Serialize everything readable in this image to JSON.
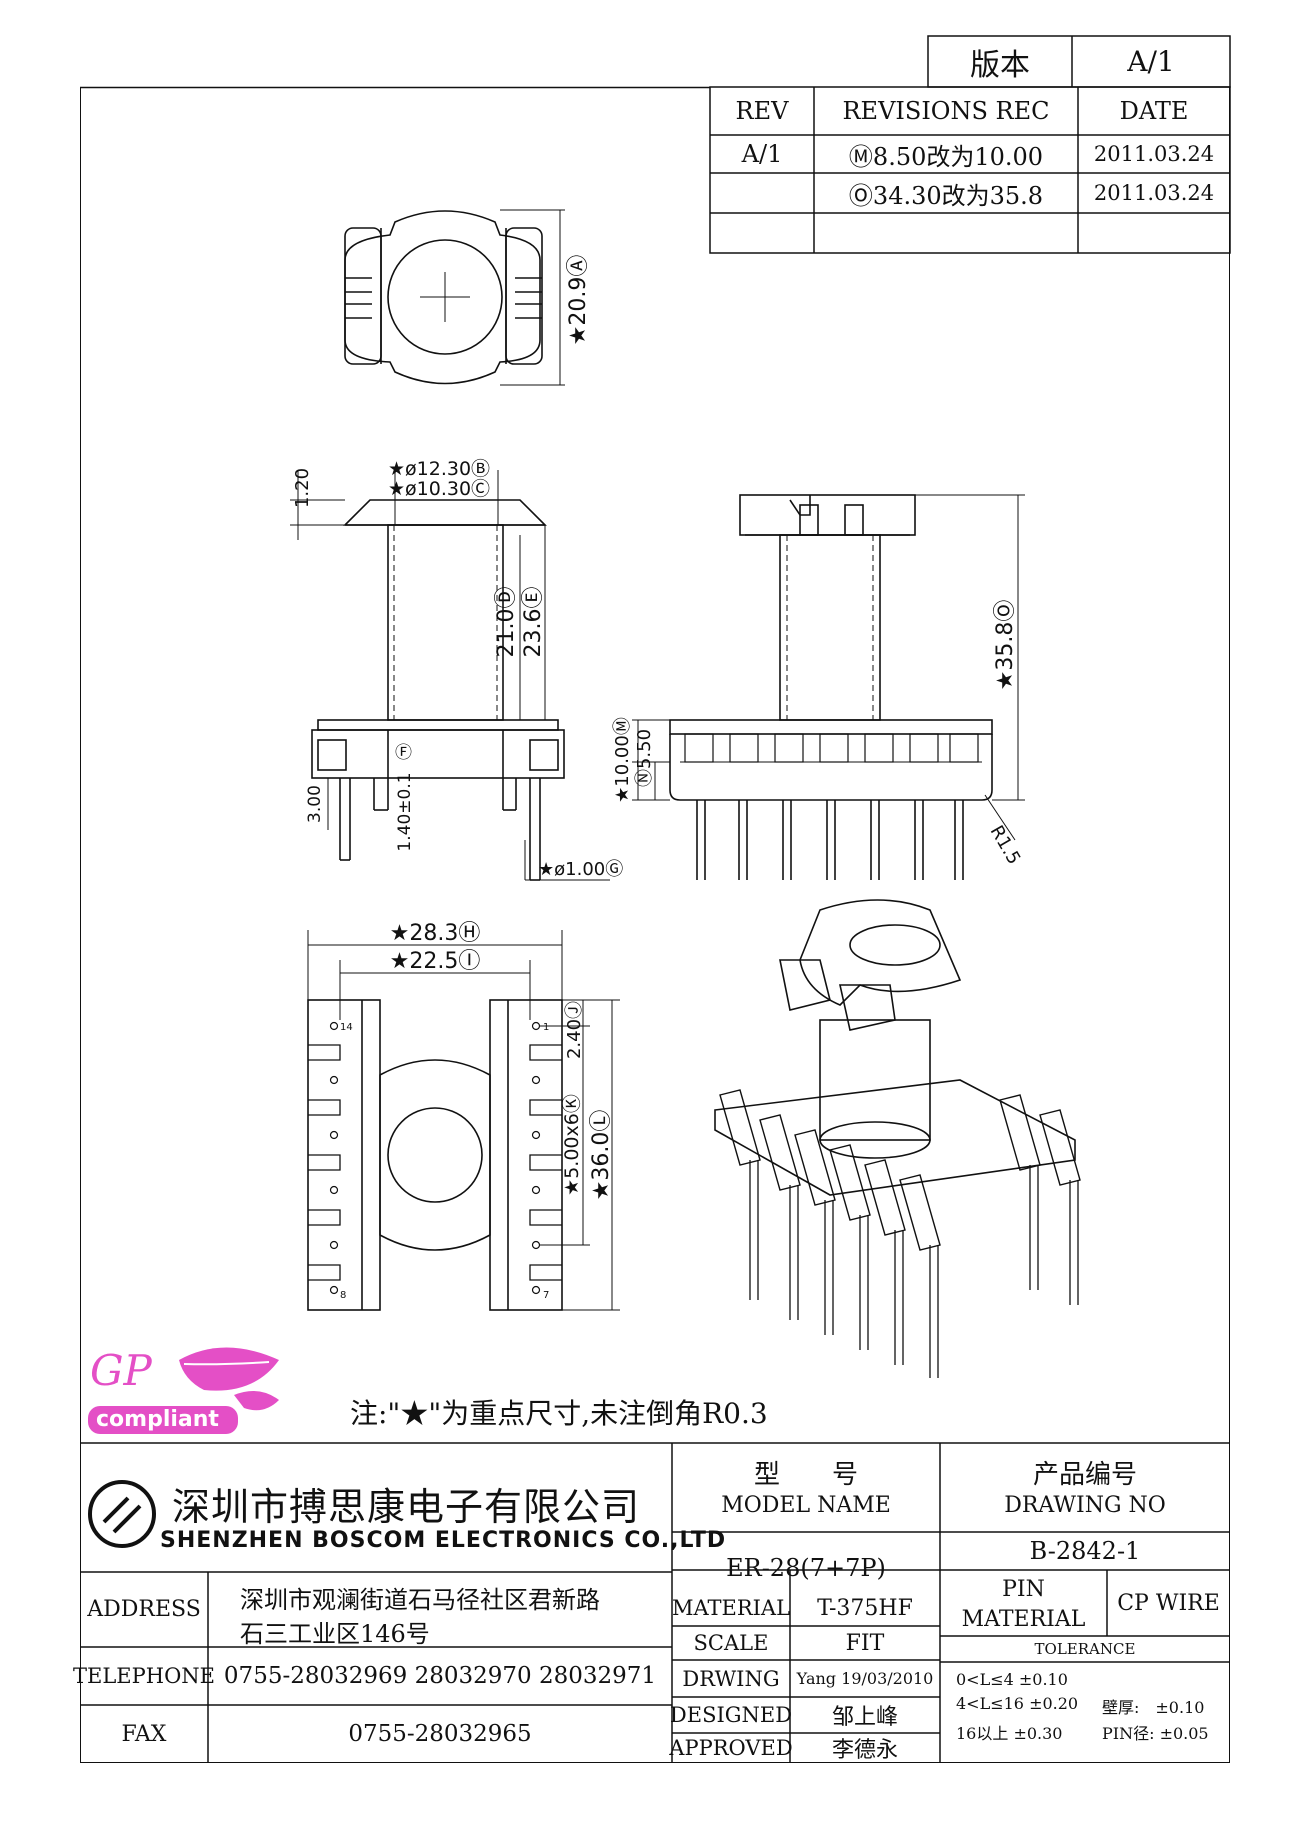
{
  "version_box": {
    "label": "版本",
    "value": "A/1"
  },
  "revisions": {
    "headers": {
      "rev": "REV",
      "rec": "REVISIONS REC",
      "date": "DATE"
    },
    "rows": [
      {
        "rev": "A/1",
        "rec": "Ⓜ8.50改为10.00",
        "date": "2011.03.24"
      },
      {
        "rev": "",
        "rec": "Ⓞ34.30改为35.8",
        "date": "2011.03.24"
      },
      {
        "rev": "",
        "rec": "",
        "date": ""
      }
    ]
  },
  "dimensions": {
    "top_view_height": "★20.9Ⓐ",
    "dia_outer": "★ø12.30Ⓑ",
    "dia_inner": "★ø10.30Ⓒ",
    "flange_thk": "1.20",
    "body_21": "21.0Ⓓ",
    "body_236": "23.6Ⓔ",
    "pin_offset": "3.00",
    "pin_width": "1.40±0.1",
    "f_marker": "Ⓕ",
    "pin_dia": "★ø1.00Ⓖ",
    "height_358": "★35.8Ⓞ",
    "dim_1000": "★10.00Ⓜ",
    "dim_550": "Ⓝ5.50",
    "radius": "R1.5",
    "width_283": "★28.3Ⓗ",
    "width_225": "★22.5Ⓘ",
    "dim_240": "2.40Ⓙ",
    "pitch": "★5.00x6Ⓚ",
    "length_360": "★36.0Ⓛ",
    "pin14": "14",
    "pin1": "1",
    "pin8": "8",
    "pin7": "7"
  },
  "logo": {
    "text_gp": "GP",
    "text_compliant": "compliant"
  },
  "note": "注:\"★\"为重点尺寸,未注倒角R0.3",
  "title_block": {
    "company_cn": "深圳市搏思康电子有限公司",
    "company_en": "SHENZHEN BOSCOM ELECTRONICS CO.,LTD",
    "model_label_cn": "型　　号",
    "model_label_en": "MODEL NAME",
    "model_value": "ER-28(7+7P)",
    "drawing_label_cn": "产品编号",
    "drawing_label_en": "DRAWING NO",
    "drawing_value": "B-2842-1",
    "address_label": "ADDRESS",
    "address_line1": "深圳市观澜街道石马径社区君新路",
    "address_line2": "石三工业区146号",
    "telephone_label": "TELEPHONE",
    "telephone_value": "0755-28032969 28032970 28032971",
    "fax_label": "FAX",
    "fax_value": "0755-28032965",
    "material_label": "MATERIAL",
    "material_value": "T-375HF",
    "scale_label": "SCALE",
    "scale_value": "FIT",
    "drawing_row_label": "DRWING",
    "drawing_row_value": "Yang 19/03/2010",
    "designed_label": "DESIGNED",
    "designed_value": "邹上峰",
    "approved_label": "APPROVED",
    "approved_value": "李德永",
    "pin_material_label1": "PIN",
    "pin_material_label2": "MATERIAL",
    "pin_material_value": "CP WIRE",
    "tolerance_label": "TOLERANCE",
    "tol_row1": "0<L≤4  ±0.10",
    "tol_row2": "4<L≤16  ±0.20",
    "tol_row3": "16以上    ±0.30",
    "wall_label": "壁厚:　±0.10",
    "pin_dia_label": "PIN径: ±0.05"
  }
}
